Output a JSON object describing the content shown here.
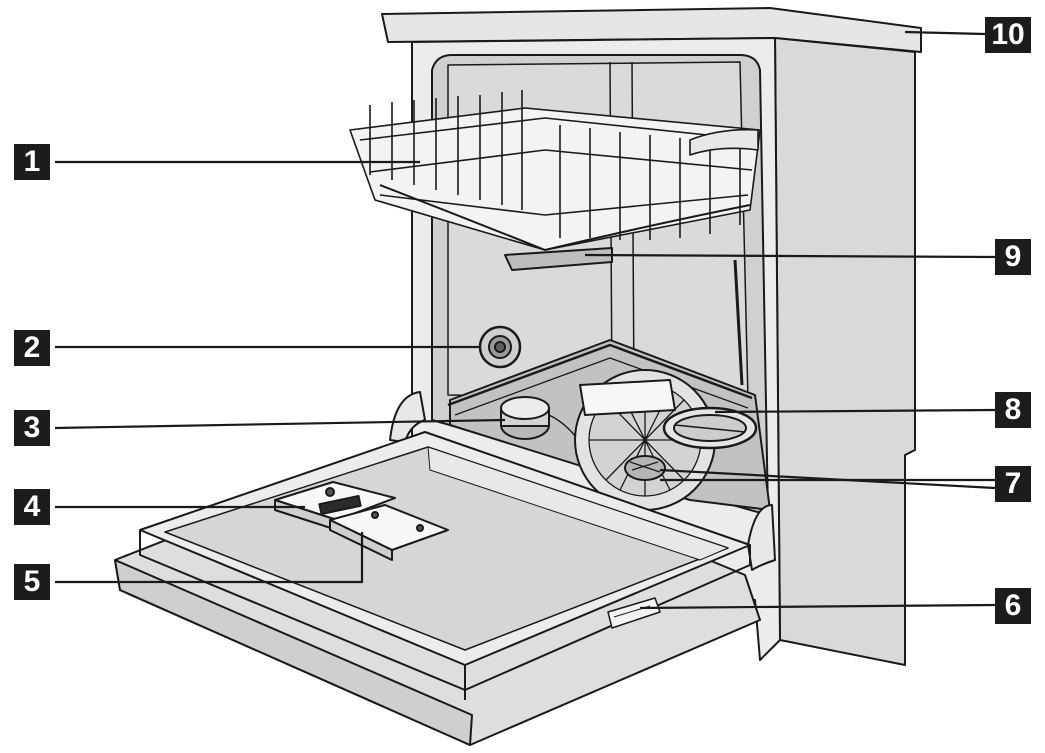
{
  "callouts": {
    "c1": "1",
    "c2": "2",
    "c3": "3",
    "c4": "4",
    "c5": "5",
    "c6": "6",
    "c7": "7",
    "c8": "8",
    "c9": "9",
    "c10": "10"
  },
  "colors": {
    "line": "#1a1a1a",
    "badge_fill": "#1c1c1c",
    "badge_text": "#ffffff",
    "cabinet_shade": "#d9d9d9",
    "interior_shade": "#cfcfcf"
  }
}
